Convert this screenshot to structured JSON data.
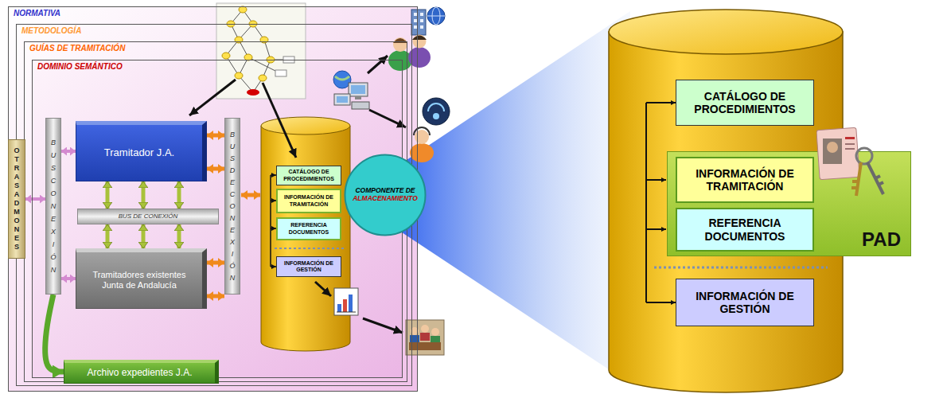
{
  "diagram": {
    "nodes": [
      {
        "text": [
          "NORMATIVA"
        ]
      },
      {
        "text": [
          "METODOLOGÍA"
        ],
        "in": 0
      },
      {
        "text": [
          "GUÍAS DE TRAMITACIÓN"
        ],
        "in": 1
      },
      {
        "text": [
          "DOMINIO SEMÁNTICO"
        ],
        "in": 2
      },
      {
        "text": [
          "OTRAS ADMONES"
        ],
        "in": 0
      },
      {
        "text": [
          "BUS CONEXIÓN"
        ],
        "in": 3
      },
      {
        "text": [
          "Tramitador J.A."
        ],
        "in": 3
      },
      {
        "text": [
          "BUS DE CONEXIÓN"
        ],
        "in": 3
      },
      {
        "text": [
          "Tramitadores existentes Junta de Andalucía"
        ],
        "in": 3
      },
      {
        "text": [
          "BUS DE CONEXIÓN"
        ],
        "in": 3
      },
      {
        "text": [
          "CATÁLOGO DE PROCEDIMIENTOS"
        ],
        "in": 3
      },
      {
        "text": [
          "INFORMACIÓN DE TRAMITACIÓN"
        ],
        "in": 3
      },
      {
        "text": [
          "REFERENCIA DOCUMENTOS"
        ],
        "in": 3
      },
      {
        "text": [
          "INFORMACIÓN DE GESTIÓN"
        ],
        "in": 3
      },
      {
        "text": [
          "COMPONENTE DE",
          "ALMACENAMIENTO"
        ]
      },
      {
        "text": [
          "Archivo expedientes J.A."
        ],
        "in": 0
      },
      {
        "text": [
          "CATÁLOGO DE PROCEDIMIENTOS"
        ]
      },
      {
        "text": [
          "PAD"
        ]
      },
      {
        "text": [
          "INFORMACIÓN DE TRAMITACIÓN"
        ],
        "in": 17
      },
      {
        "text": [
          "REFERENCIA DOCUMENTOS"
        ],
        "in": 17
      },
      {
        "text": [
          "INFORMACIÓN DE GESTIÓN"
        ]
      }
    ],
    "edges": [
      {
        "from": 4,
        "to": 5,
        "arrow": "both"
      },
      {
        "from": 5,
        "to": 6,
        "arrow": "both"
      },
      {
        "from": 5,
        "to": 8,
        "arrow": "both"
      },
      {
        "from": 6,
        "to": 9,
        "arrow": "both"
      },
      {
        "from": 6,
        "to": 9,
        "arrow": "both"
      },
      {
        "from": 8,
        "to": 9,
        "arrow": "both"
      },
      {
        "from": 8,
        "to": 9,
        "arrow": "both"
      },
      {
        "from": 6,
        "to": 7,
        "arrow": "both"
      },
      {
        "from": 6,
        "to": 7,
        "arrow": "both"
      },
      {
        "from": 6,
        "to": 7,
        "arrow": "both"
      },
      {
        "from": 7,
        "to": 8,
        "arrow": "both"
      },
      {
        "from": 7,
        "to": 8,
        "arrow": "both"
      },
      {
        "from": 7,
        "to": 8,
        "arrow": "both"
      },
      {
        "from": 5,
        "to": 15,
        "arrow": "to"
      }
    ]
  }
}
